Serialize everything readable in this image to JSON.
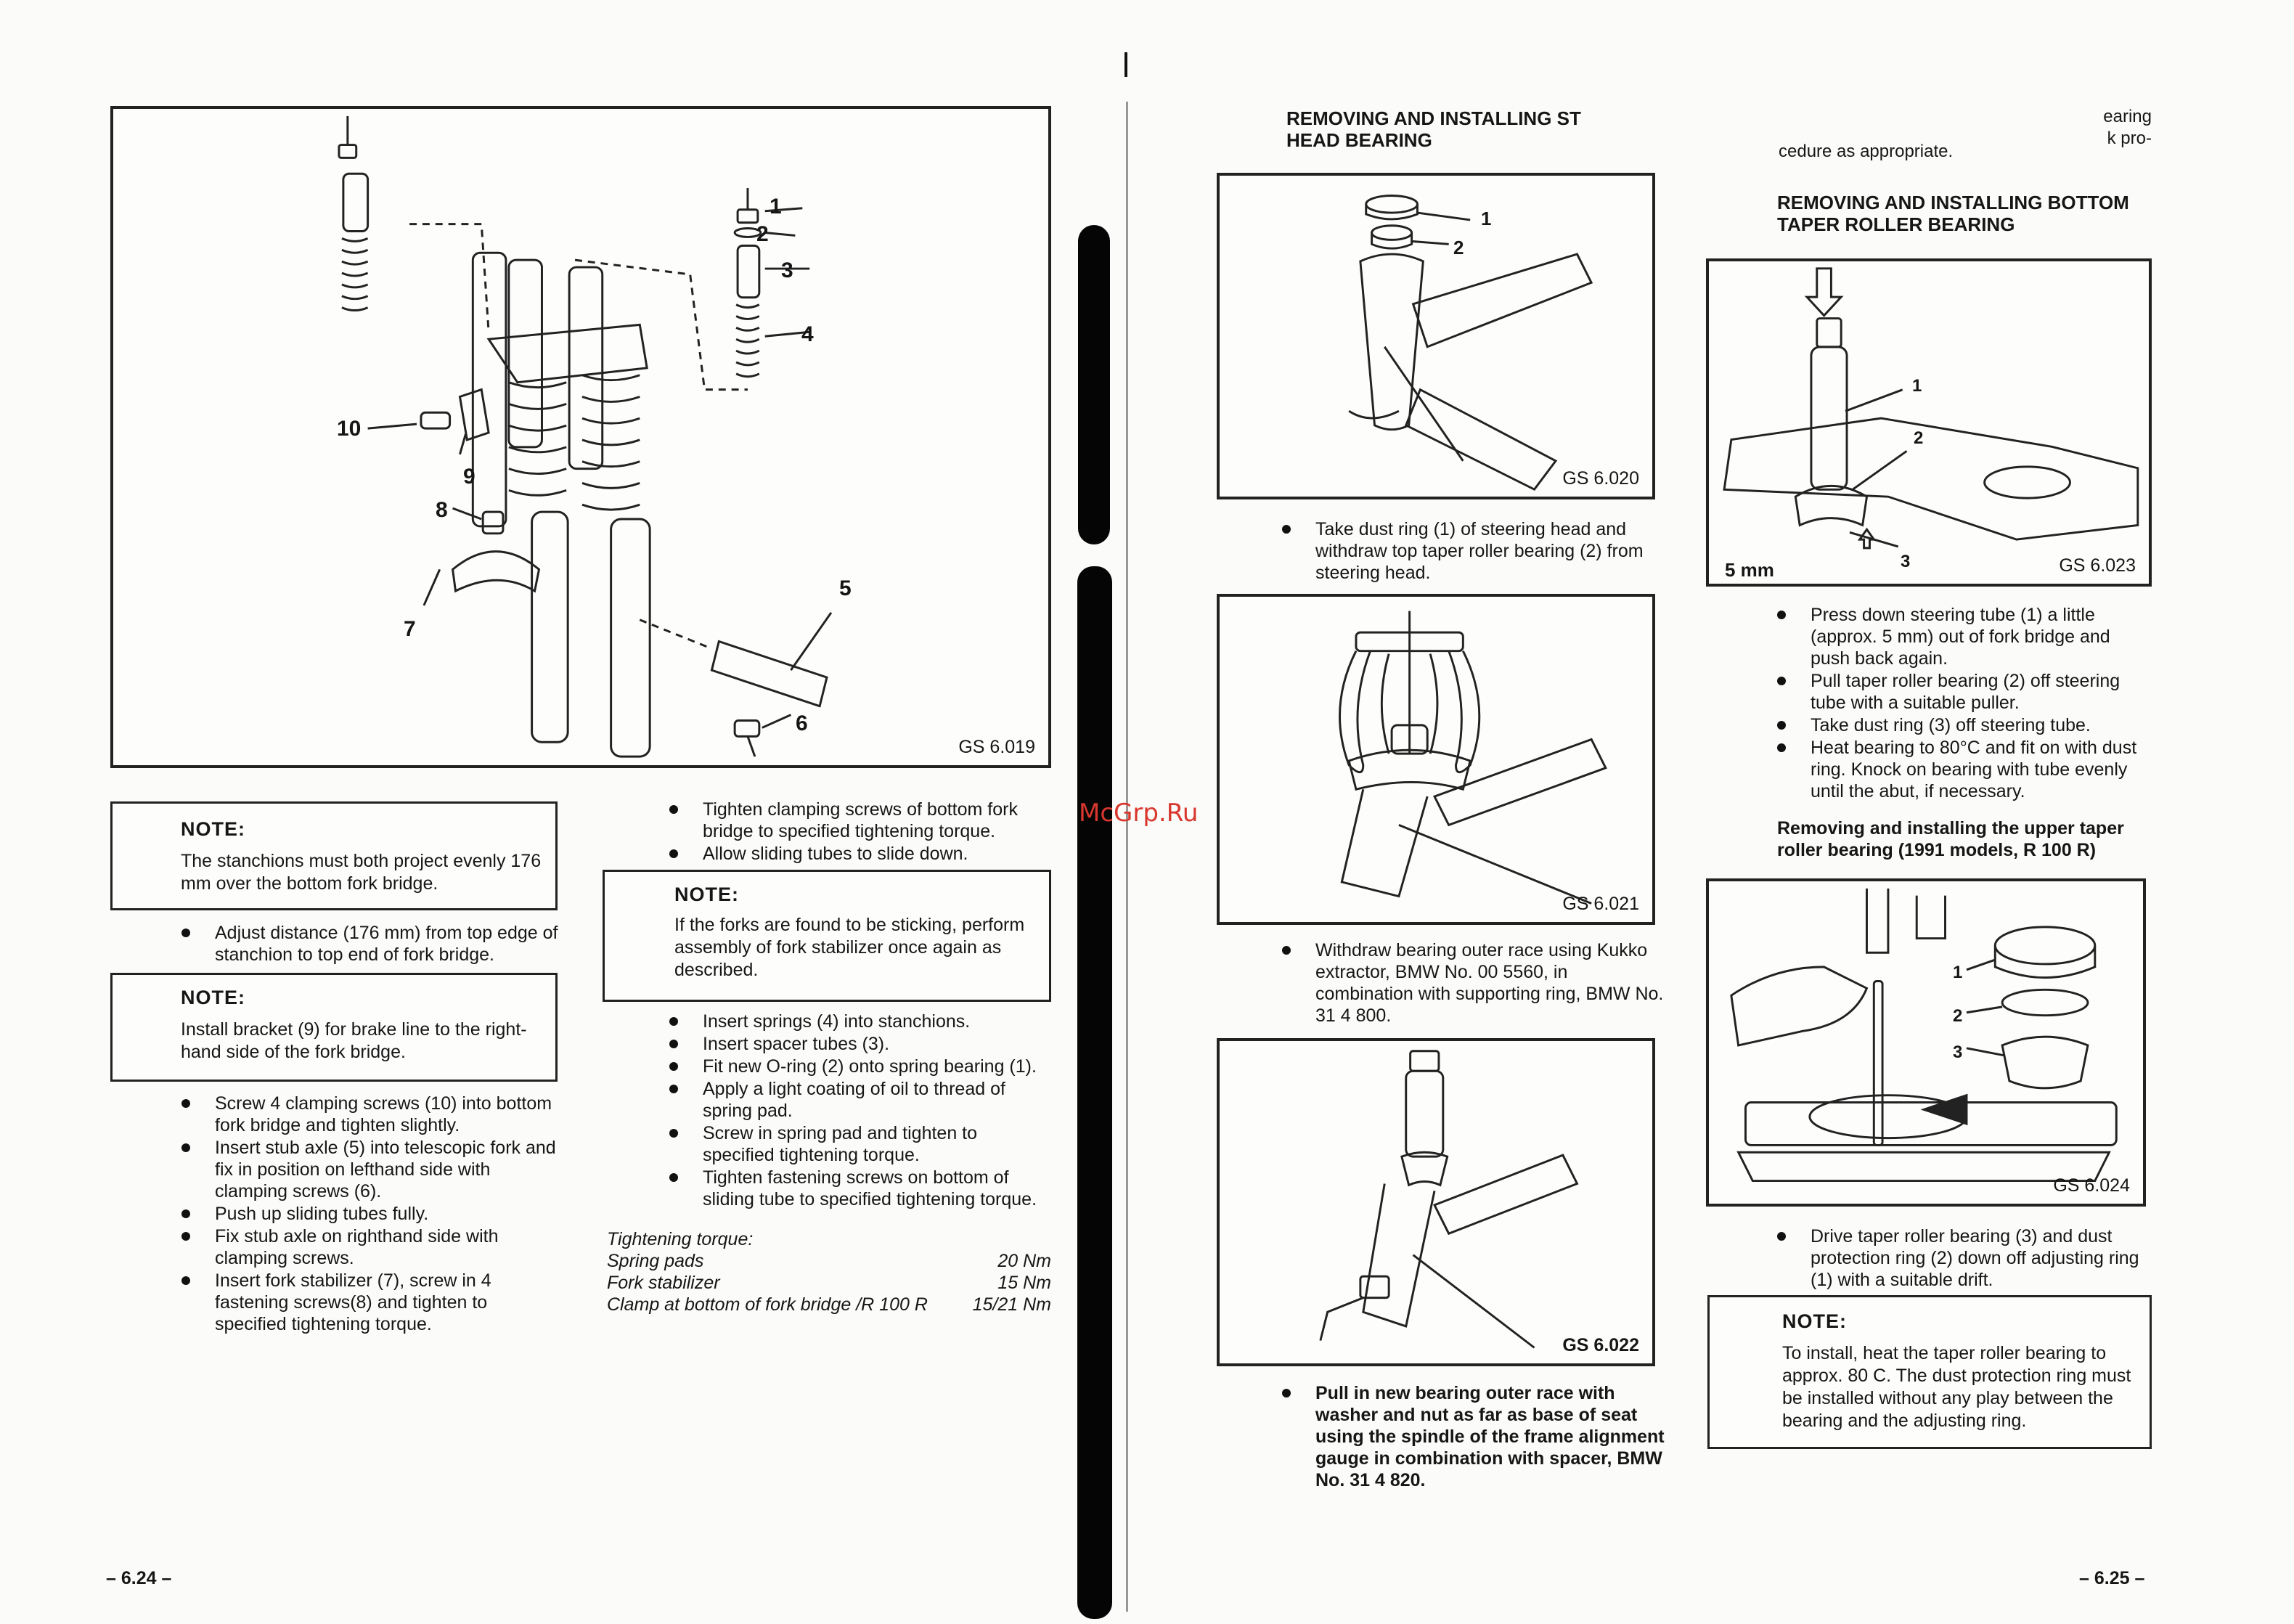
{
  "left_page": {
    "figure_019": {
      "label": "GS 6.019",
      "callouts": [
        "1",
        "2",
        "3",
        "4",
        "5",
        "6",
        "7",
        "8",
        "9",
        "10"
      ]
    },
    "note1": {
      "title": "NOTE:",
      "text": "The stanchions must both project evenly 176 mm over the bottom fork bridge."
    },
    "bullet_a": [
      "Adjust distance (176 mm) from top edge of stanchion to top end of fork bridge."
    ],
    "note2": {
      "title": "NOTE:",
      "text": "Install bracket (9) for brake line to the right-hand side of the fork bridge."
    },
    "bullets_b": [
      "Screw 4 clamping screws (10) into bottom fork bridge and tighten slightly.",
      "Insert stub axle (5) into telescopic fork and fix in position on lefthand side with clamping screws (6).",
      "Push up sliding tubes fully.",
      "Fix stub axle on righthand side with clamping screws.",
      "Insert fork stabilizer (7), screw in 4 fastening screws(8) and tighten to specified tightening torque."
    ],
    "bullets_c": [
      "Tighten clamping screws of bottom fork bridge to specified tightening torque.",
      "Allow sliding tubes to slide down."
    ],
    "note3": {
      "title": "NOTE:",
      "text": "If the forks are found to be sticking, perform assembly of fork stabilizer once again as described."
    },
    "bullets_d": [
      "Insert springs (4) into stanchions.",
      "Insert spacer tubes (3).",
      "Fit new O-ring (2) onto spring bearing (1).",
      "Apply a light coating of oil to thread of spring pad.",
      "Screw in spring pad and tighten to specified tightening torque.",
      "Tighten fastening screws on bottom of sliding tube to specified tightening torque."
    ],
    "torque": {
      "heading": "Tightening torque:",
      "rows": [
        {
          "label": "Spring pads",
          "value": "20 Nm"
        },
        {
          "label": "Fork stabilizer",
          "value": "15 Nm"
        },
        {
          "label": "Clamp at bottom of fork bridge /R 100 R",
          "value": "15/21 Nm"
        }
      ]
    },
    "page_number": "– 6.24 –"
  },
  "right_page": {
    "heading": "REMOVING AND INSTALLING ST HEAD BEARING",
    "heading_line1": "REMOVING AND INSTALLING ST",
    "heading_line2": "HEAD BEARING",
    "cutoff_top": [
      "earing",
      "k pro-",
      "cedure as appropriate."
    ],
    "figure_020": {
      "label": "GS 6.020",
      "callouts": [
        "1",
        "2"
      ]
    },
    "bullet_020": [
      "Take dust ring (1) of steering head and withdraw top taper roller bearing (2) from steering head."
    ],
    "figure_021": {
      "label": "GS 6.021"
    },
    "bullet_021": [
      "Withdraw bearing outer race using Kukko extractor, BMW No. 00 5560, in combination with supporting ring, BMW No. 31 4 800."
    ],
    "figure_022": {
      "label": "GS 6.022"
    },
    "bullet_022": [
      "Pull in new bearing outer race with washer and nut as far as base of seat using the spindle of the frame alignment gauge in combination with spacer, BMW No. 31 4 820."
    ],
    "heading2_line1": "REMOVING AND INSTALLING BOTTOM",
    "heading2_line2": "TAPER ROLLER BEARING",
    "figure_023": {
      "label": "GS 6.023",
      "callouts": [
        "1",
        "2",
        "3"
      ],
      "measure": "5 mm"
    },
    "bullets_023": [
      "Press down steering tube (1) a little (approx. 5 mm) out of fork bridge and push back again.",
      "Pull taper roller bearing (2) off steering tube with a suitable puller.",
      "Take dust ring (3) off steering tube.",
      "Heat bearing to 80°C and fit on with dust ring. Knock on bearing with tube evenly until the abut, if necessary."
    ],
    "heading3_line1": "Removing and installing the upper taper",
    "heading3_line2": "roller bearing (1991 models, R 100 R)",
    "figure_024": {
      "label": "GS 6.024",
      "callouts": [
        "1",
        "2",
        "3"
      ]
    },
    "bullets_024": [
      "Drive taper roller bearing (3) and dust protection ring (2) down off adjusting ring (1) with a suitable drift."
    ],
    "note4": {
      "title": "NOTE:",
      "text": "To install, heat the taper roller bearing to approx. 80 C. The dust protection ring must be installed without any play between the bearing and the adjusting ring."
    },
    "page_number": "– 6.25 –"
  },
  "watermark": "McGrp.Ru"
}
